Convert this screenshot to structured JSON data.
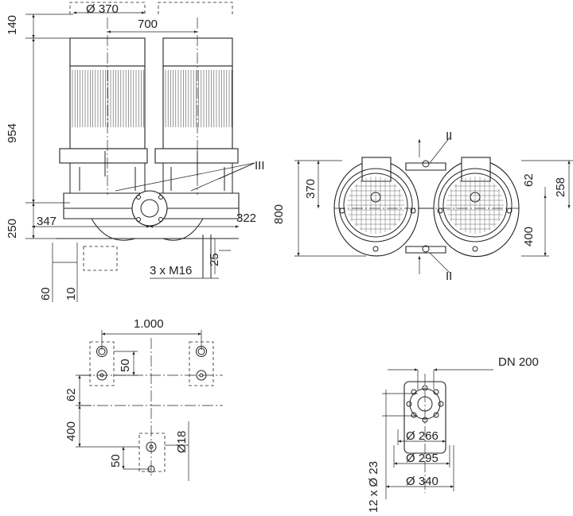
{
  "labels": {
    "phi370": "Ø 370",
    "d700": "700",
    "d140": "140",
    "d954": "954",
    "d250": "250",
    "d347": "347",
    "d322": "322",
    "d25": "25",
    "m16": "3 x M16",
    "d60": "60",
    "d10": "10",
    "rom3": "III",
    "rom2a": "II",
    "rom2b": "II",
    "d800": "800",
    "d370": "370",
    "d62a": "62",
    "d258": "258",
    "d400a": "400",
    "d1000": "1.000",
    "d50a": "50",
    "d62b": "62",
    "d400b": "400",
    "phi18": "Ø18",
    "d50b": "50",
    "dn200": "DN 200",
    "phi266": "Ø 266",
    "phi295": "Ø 295",
    "phi340": "Ø 340",
    "holes": "12 x Ø 23"
  }
}
